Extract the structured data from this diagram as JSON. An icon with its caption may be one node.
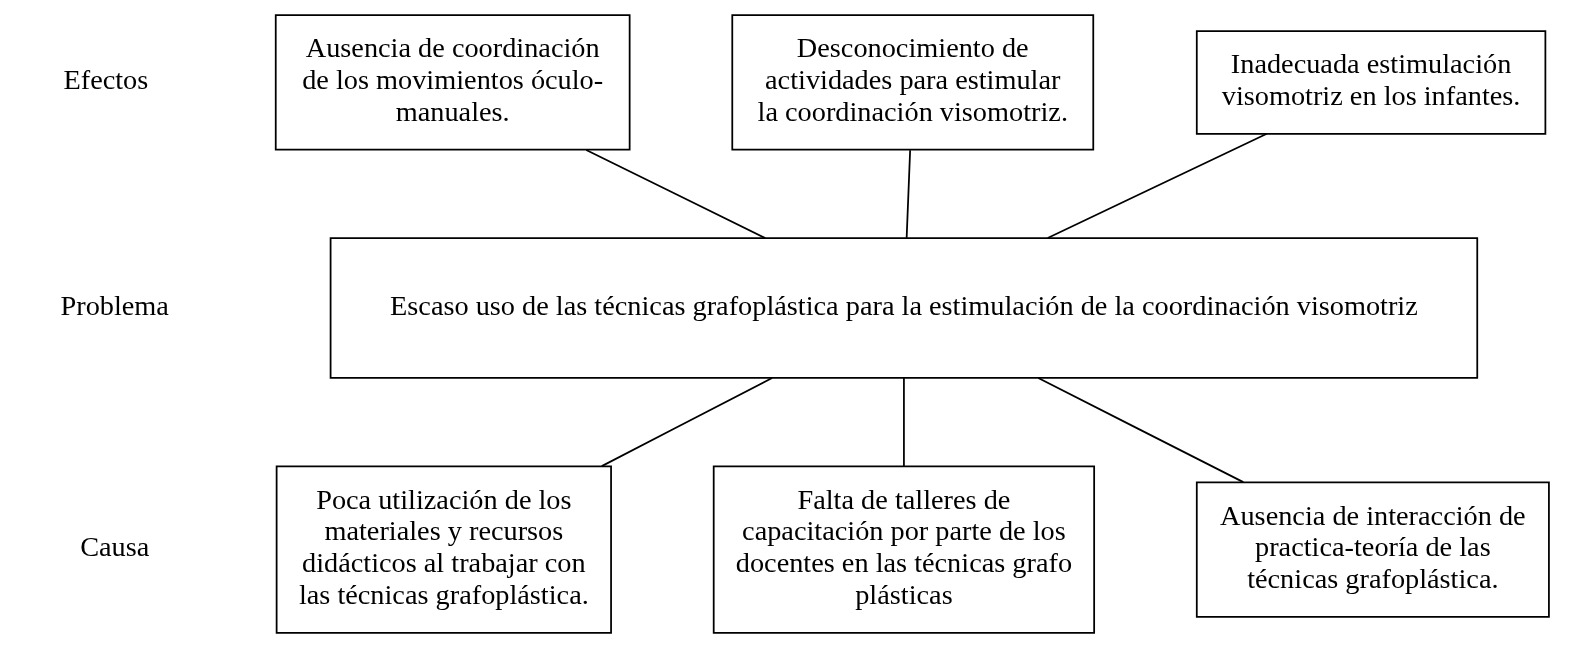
{
  "diagram": {
    "nodes": [
      {
        "text": [
          "Ausencia de coordinación de los movimientos óculo-manuales."
        ]
      },
      {
        "text": [
          "Desconocimiento de actividades para estimular la coordinación visomotriz."
        ]
      },
      {
        "text": [
          "Inadecuada estimulación visomotriz en los infantes."
        ]
      },
      {
        "text": [
          "Escaso uso de las técnicas grafoplástica para la estimulación de la coordinación visomotriz"
        ]
      },
      {
        "text": [
          "Poca utilización de los materiales y recursos didácticos al trabajar con las técnicas grafoplástica."
        ]
      },
      {
        "text": [
          "Falta de talleres de capacitación por parte de los docentes en las técnicas grafo plásticas"
        ]
      },
      {
        "text": [
          "Ausencia de interacción de practica-teoría de las técnicas grafoplástica."
        ]
      }
    ],
    "edges": [
      {
        "from": 0,
        "to": 3,
        "arrow": "none"
      },
      {
        "from": 1,
        "to": 3,
        "arrow": "none"
      },
      {
        "from": 2,
        "to": 3,
        "arrow": "none"
      },
      {
        "from": 3,
        "to": 4,
        "arrow": "none"
      },
      {
        "from": 3,
        "to": 5,
        "arrow": "none"
      },
      {
        "from": 3,
        "to": 6,
        "arrow": "none"
      }
    ],
    "labels": [
      "Efectos",
      "Problema",
      "Causa"
    ]
  }
}
